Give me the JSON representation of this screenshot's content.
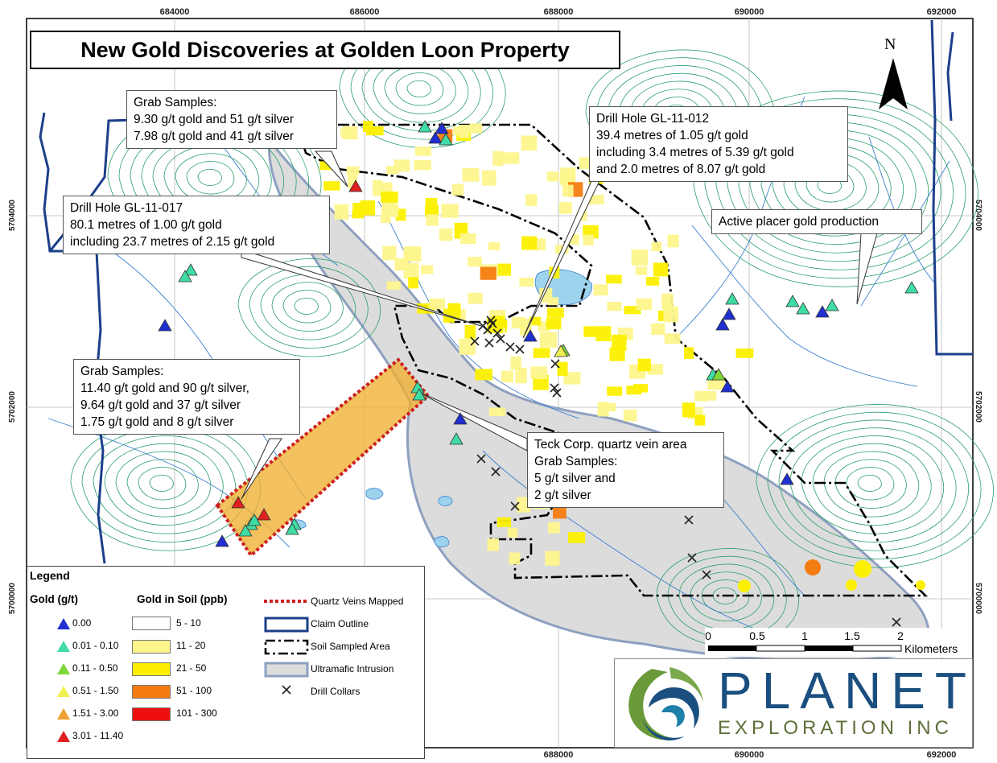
{
  "map": {
    "title": "New Gold Discoveries at Golden Loon Property",
    "x_ticks": [
      "684000",
      "686000",
      "688000",
      "690000",
      "692000"
    ],
    "y_ticks": [
      "5704000",
      "5702000",
      "5700000"
    ],
    "north_label": "N"
  },
  "callouts": {
    "grab_top": [
      "Grab Samples:",
      "9.30 g/t gold and 51 g/t silver",
      "7.98 g/t gold and 41 g/t silver"
    ],
    "drill_012": [
      "Drill Hole GL-11-012",
      "39.4 metres of 1.05 g/t gold",
      "including 3.4 metres of 5.39 g/t gold",
      "and 2.0 metres of 8.07 g/t gold"
    ],
    "drill_017": [
      "Drill Hole GL-11-017",
      "80.1 metres of 1.00 g/t gold",
      "including 23.7 metres of 2.15 g/t gold"
    ],
    "placer": [
      "Active placer gold production"
    ],
    "grab_left": [
      "Grab Samples:",
      "11.40 g/t gold and 90 g/t silver,",
      "9.64 g/t gold and 37 g/t silver",
      "1.75 g/t gold and 8 g/t silver"
    ],
    "teck": [
      "Teck Corp. quartz vein area",
      "Grab Samples:",
      "5 g/t silver and",
      "2 g/t silver"
    ]
  },
  "legend": {
    "title": "Legend",
    "gold_heading": "Gold (g/t)",
    "gold_classes": [
      {
        "label": "0.00",
        "color": "#1f2fd0"
      },
      {
        "label": "0.01 - 0.10",
        "color": "#3fdca4"
      },
      {
        "label": "0.11 - 0.50",
        "color": "#7fd83a"
      },
      {
        "label": "0.51 - 1.50",
        "color": "#f0f050"
      },
      {
        "label": "1.51 - 3.00",
        "color": "#f0a030"
      },
      {
        "label": "3.01 - 11.40",
        "color": "#e02020"
      }
    ],
    "soil_heading": "Gold in Soil (ppb)",
    "soil_classes": [
      {
        "label": "5 - 10",
        "color": "#ffffff"
      },
      {
        "label": "11 - 20",
        "color": "#fdf58c"
      },
      {
        "label": "21 - 50",
        "color": "#fcf000"
      },
      {
        "label": "51 - 100",
        "color": "#f57c10"
      },
      {
        "label": "101 - 300",
        "color": "#ee1010"
      }
    ],
    "features": [
      {
        "label": "Quartz Veins Mapped",
        "icon": "quartz-vein-line-icon"
      },
      {
        "label": "Claim Outline",
        "icon": "claim-outline-icon"
      },
      {
        "label": "Soil Sampled Area",
        "icon": "soil-sampled-icon"
      },
      {
        "label": "Ultramafic Intrusion",
        "icon": "ultramafic-icon"
      },
      {
        "label": "Drill Collars",
        "icon": "drill-collar-icon"
      }
    ]
  },
  "scale_bar": {
    "labels": [
      "0",
      "0.5",
      "1",
      "1.5",
      "2"
    ],
    "unit": "Kilometers"
  },
  "logo": {
    "name": "PLANET",
    "subtitle": "EXPLORATION INC"
  },
  "colors": {
    "contour": "#2aa06a",
    "stream": "#3b7fd0",
    "claim": "#1b3f8a",
    "soil_area": "#000000",
    "ultramafic_fill": "#dcdcdc",
    "ultramafic_stroke": "#8ea0c0",
    "vein": "#cc2020",
    "vein_fill": "#f0b030"
  }
}
